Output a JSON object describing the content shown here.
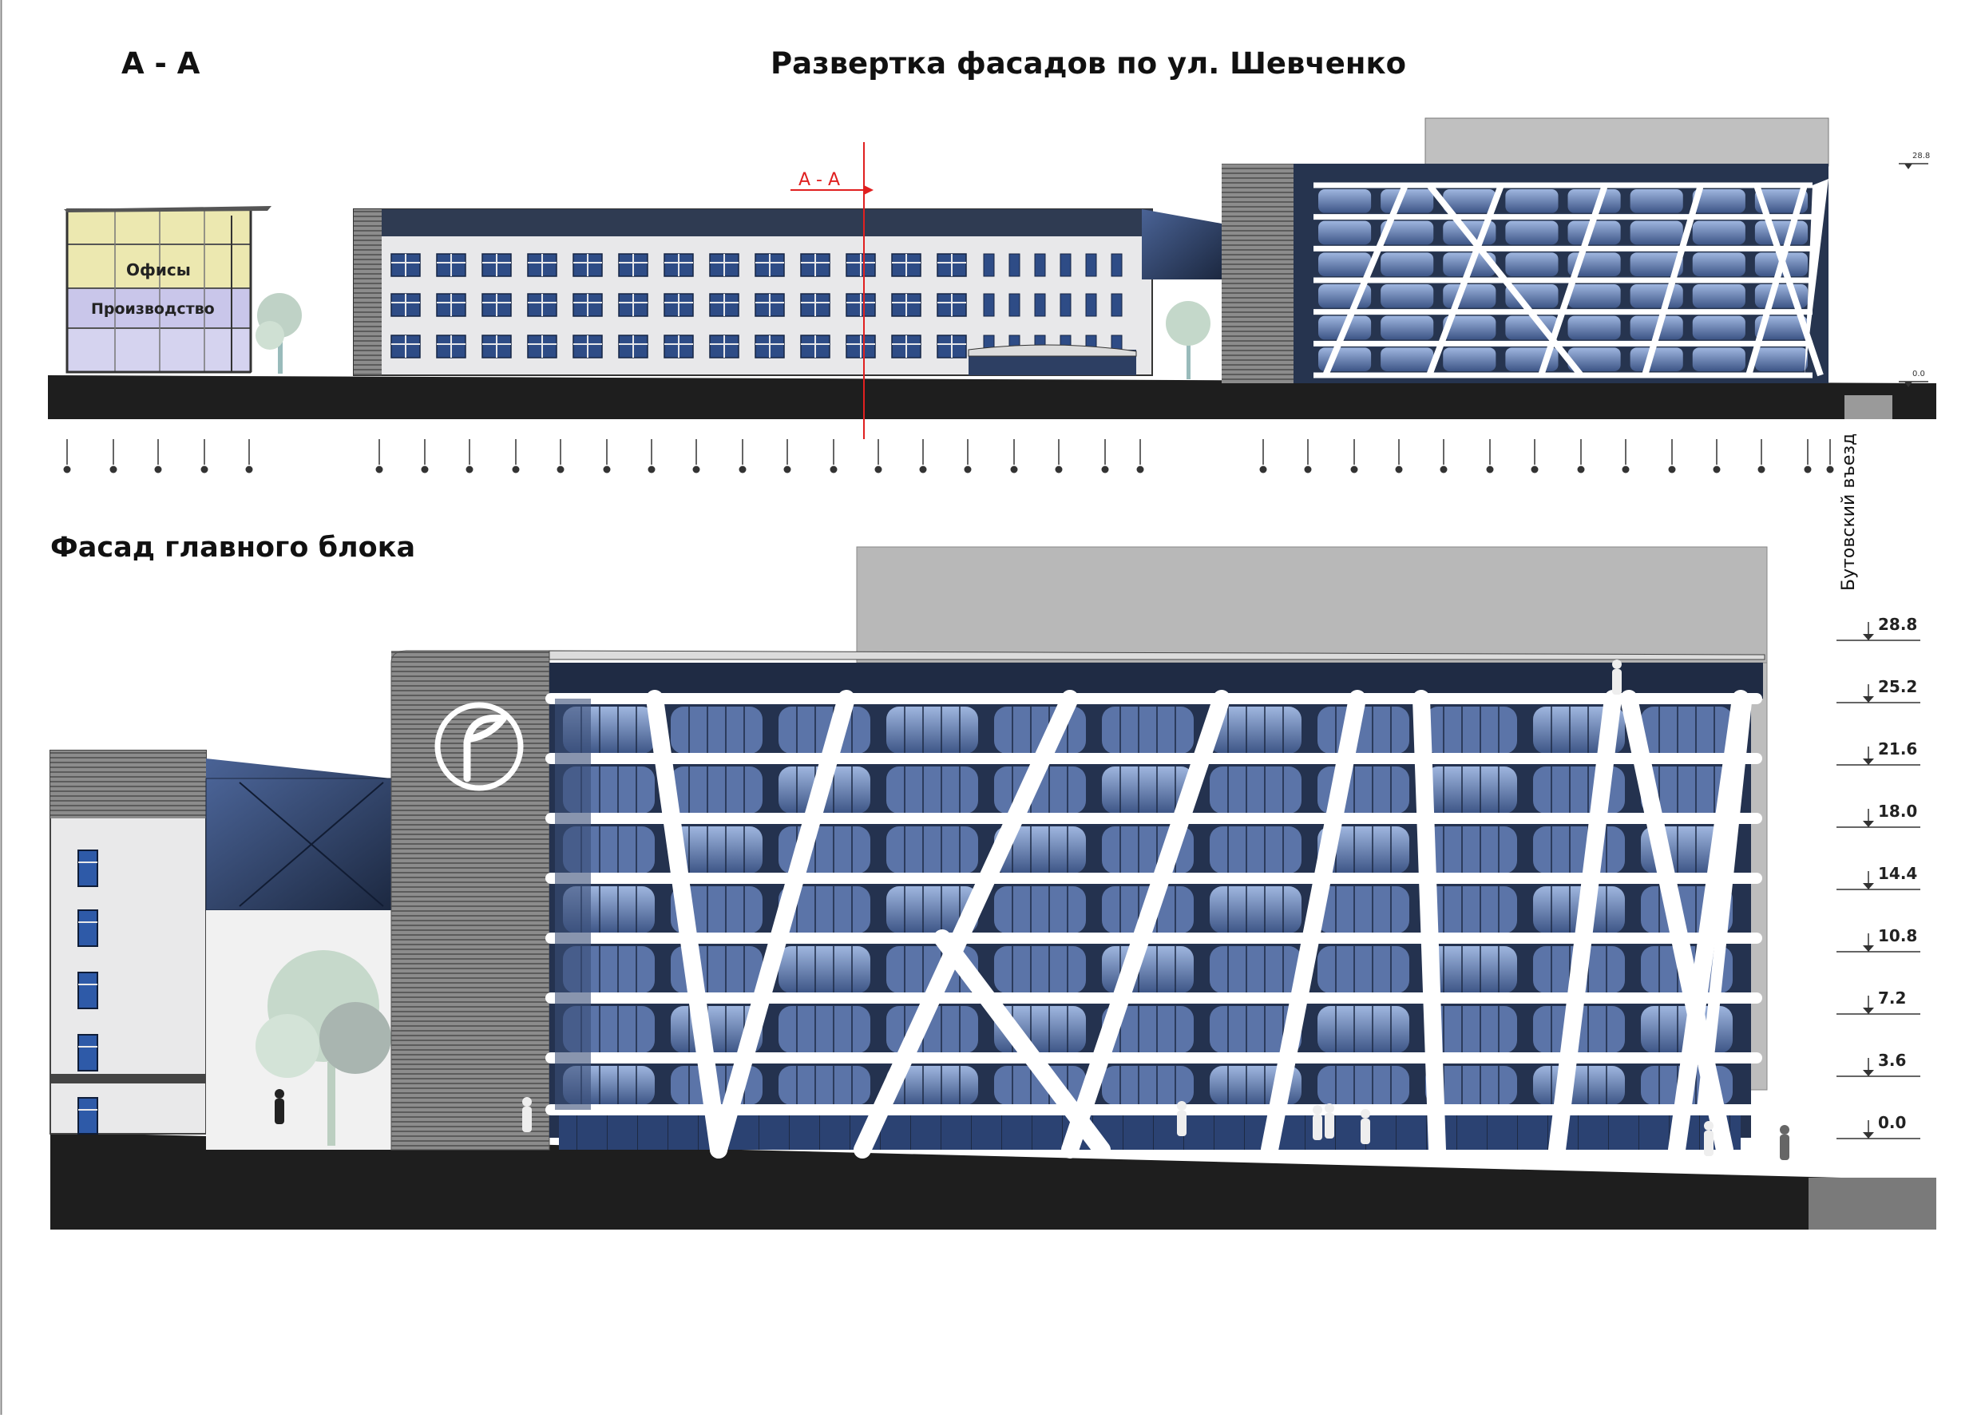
{
  "titles": {
    "section": "А - А",
    "unfolding": "Развертка фасадов по ул. Шевченко",
    "main_block": "Фасад главного блока",
    "entry": "Бутовский въезд"
  },
  "labels": {
    "offices": "Офисы",
    "production": "Производство",
    "section_marker": "А - А"
  },
  "top_levels": [
    "28.8",
    "0.0"
  ],
  "levels": [
    "28.8",
    "25.2",
    "21.6",
    "18.0",
    "14.4",
    "10.8",
    "7.2",
    "3.6",
    "0.0"
  ],
  "colors": {
    "glass_dark": "#27385a",
    "glass_light": "#8ea6d4",
    "frame": "#ffffff",
    "ground": "#1e1e1e",
    "concrete": "#b8b8b8",
    "section_red": "#e02020",
    "offices_fill": "#ece8b0",
    "production_fill": "#c9c6ea"
  }
}
